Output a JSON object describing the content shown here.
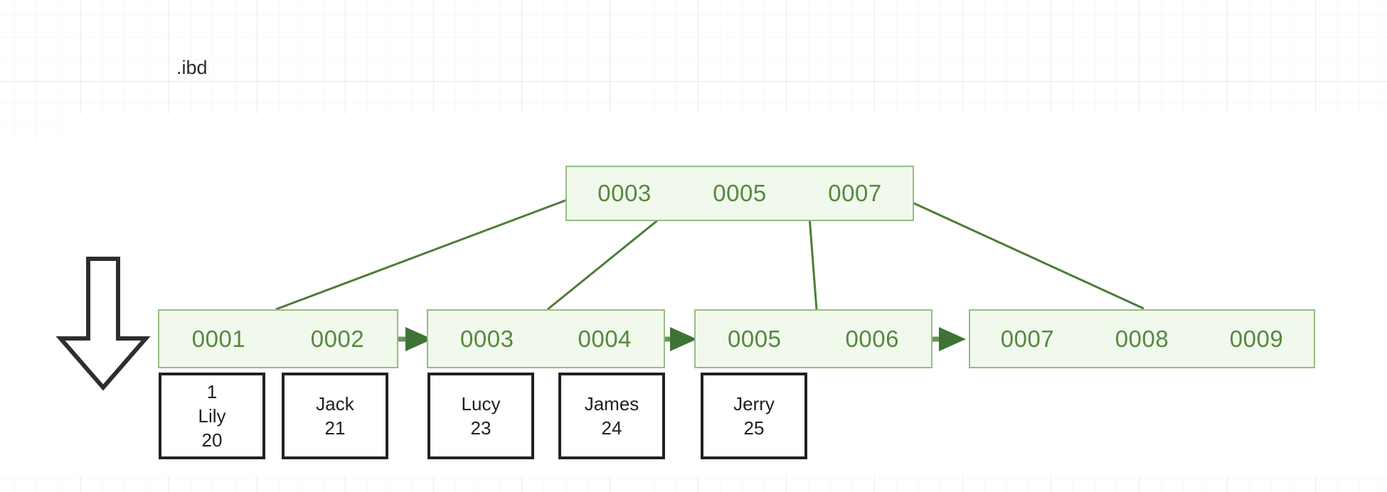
{
  "diagram": {
    "title": ".ibd",
    "colors": {
      "node_fill": "#f1f8ec",
      "node_border": "#97bd83",
      "node_text": "#55883f",
      "connector": "#4d7c3a",
      "record_border": "#222222",
      "record_text": "#1f1f1f",
      "canvas_bg": "#ffffff",
      "grid_line": "#efefef"
    },
    "bulk_arrow": {
      "name": "down-block-arrow",
      "direction": "down"
    },
    "root_node": {
      "label": "root-index-node",
      "keys": [
        "0003",
        "0005",
        "0007"
      ]
    },
    "leaf_nodes": [
      {
        "label": "leaf-node-1",
        "keys": [
          "0001",
          "0002"
        ]
      },
      {
        "label": "leaf-node-2",
        "keys": [
          "0003",
          "0004"
        ]
      },
      {
        "label": "leaf-node-3",
        "keys": [
          "0005",
          "0006"
        ]
      },
      {
        "label": "leaf-node-4",
        "keys": [
          "0007",
          "0008",
          "0009"
        ]
      }
    ],
    "leaf_links": [
      {
        "from": "leaf-node-1",
        "to": "leaf-node-2"
      },
      {
        "from": "leaf-node-2",
        "to": "leaf-node-3"
      },
      {
        "from": "leaf-node-3",
        "to": "leaf-node-4"
      }
    ],
    "records": [
      {
        "lines": [
          "1",
          "Lily",
          "20"
        ]
      },
      {
        "lines": [
          "Jack",
          "21"
        ]
      },
      {
        "lines": [
          "Lucy",
          "23"
        ]
      },
      {
        "lines": [
          "James",
          "24"
        ]
      },
      {
        "lines": [
          "Jerry",
          "25"
        ]
      }
    ]
  }
}
